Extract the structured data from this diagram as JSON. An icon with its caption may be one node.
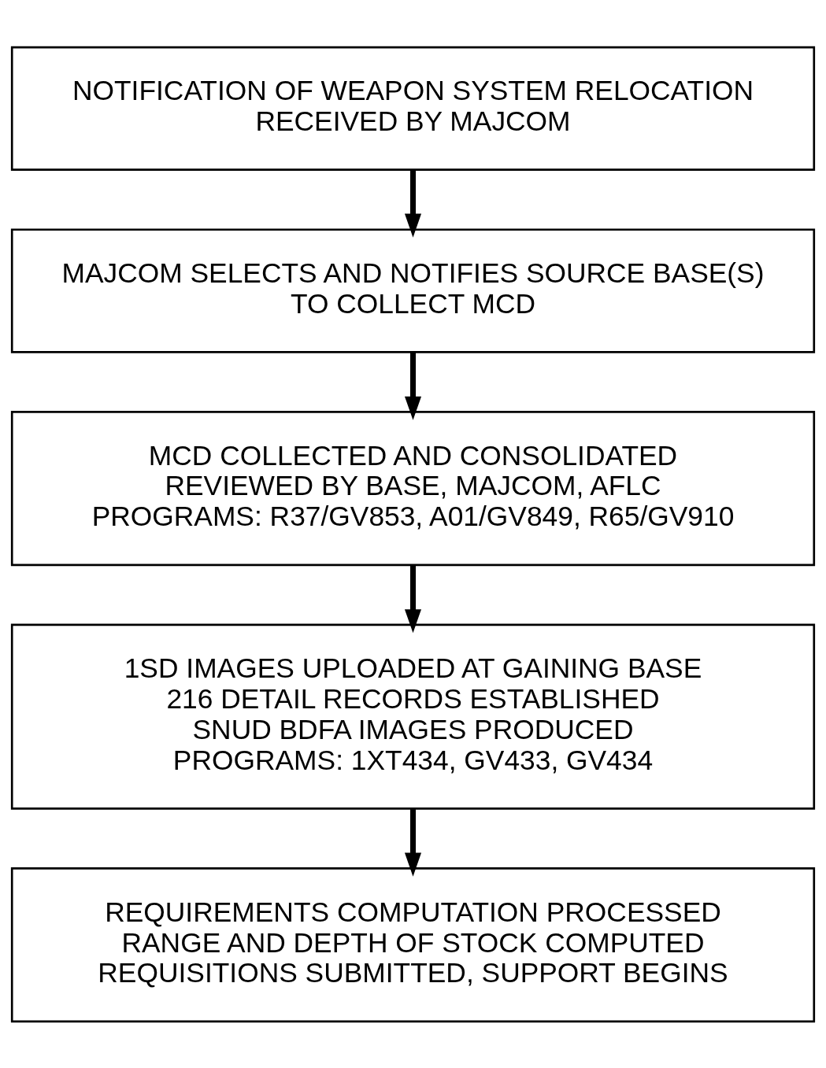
{
  "diagram": {
    "nodes": [
      {
        "text": [
          "NOTIFICATION OF WEAPON SYSTEM RELOCATION RECEIVED BY MAJCOM"
        ]
      },
      {
        "text": [
          "MAJCOM SELECTS AND NOTIFIES SOURCE BASE(S) TO COLLECT MCD"
        ]
      },
      {
        "text": [
          "MCD COLLECTED AND CONSOLIDATED",
          "REVIEWED BY BASE, MAJCOM, AFLC",
          "PROGRAMS: R37/GV853, A01/GV849, R65/GV910"
        ]
      },
      {
        "text": [
          "1SD IMAGES UPLOADED AT GAINING BASE",
          "216 DETAIL RECORDS ESTABLISHED",
          "SNUD BDFA IMAGES PRODUCED",
          "PROGRAMS: 1XT434, GV433, GV434"
        ]
      },
      {
        "text": [
          "REQUIREMENTS COMPUTATION PROCESSED",
          "RANGE AND DEPTH OF STOCK COMPUTED",
          "REQUISITIONS SUBMITTED, SUPPORT BEGINS"
        ]
      }
    ],
    "edges": [
      {
        "from": 0,
        "to": 1,
        "arrow": "to"
      },
      {
        "from": 1,
        "to": 2,
        "arrow": "to"
      },
      {
        "from": 2,
        "to": 3,
        "arrow": "to"
      },
      {
        "from": 3,
        "to": 4,
        "arrow": "to"
      }
    ]
  }
}
